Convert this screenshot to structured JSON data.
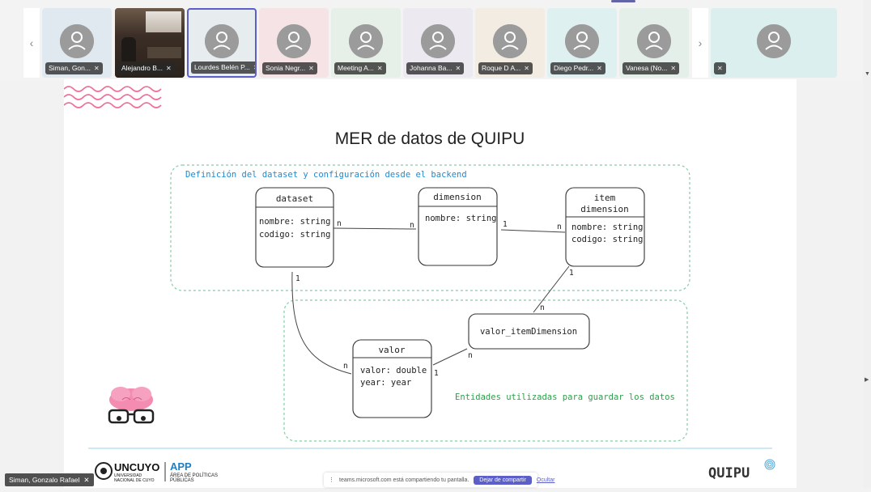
{
  "participants": [
    {
      "name": "Siman, Gon...",
      "bg": "#dfe9ef"
    },
    {
      "name": "Alejandro B...",
      "bg": "#3b2e26"
    },
    {
      "name": "Lourdes Belén P...",
      "bg": "#e7ecef"
    },
    {
      "name": "Sonia Negr...",
      "bg": "#f6e3e6"
    },
    {
      "name": "Meeting A...",
      "bg": "#e6efe8"
    },
    {
      "name": "Johanna Ba...",
      "bg": "#ece9f1"
    },
    {
      "name": "Roque D A...",
      "bg": "#f3ece3"
    },
    {
      "name": "Diego Pedr...",
      "bg": "#dff0f1"
    },
    {
      "name": "Vanesa (No...",
      "bg": "#e3efe8"
    },
    {
      "name": "",
      "bg": "#dcefef"
    }
  ],
  "slide": {
    "title": "MER de datos de QUIPU",
    "backend_label": "Definición del dataset y configuración desde el backend",
    "storage_label": "Entidades utilizadas para guardar los datos",
    "entities": {
      "dataset": {
        "name": "dataset",
        "attr1": "nombre: string",
        "attr2": "codigo: string"
      },
      "dimension": {
        "name": "dimension",
        "attr1": "nombre: string"
      },
      "item_dimension": {
        "name1": "item",
        "name2": "dimension",
        "attr1": "nombre: string",
        "attr2": "codigo: string"
      },
      "valor_item": {
        "name": "valor_itemDimension"
      },
      "valor": {
        "name": "valor",
        "attr1": "valor: double",
        "attr2": "year: year"
      }
    },
    "cardinalities": {
      "ds_dim_left": "n",
      "ds_dim_right": "n",
      "dim_item_left": "1",
      "dim_item_right": "n",
      "item_vi_top": "1",
      "item_vi_bottom": "n",
      "ds_valor_top": "1",
      "ds_valor_bottom": "n",
      "vi_valor_right": "n",
      "vi_valor_left": "1"
    },
    "footer": {
      "org": "UNCUYO",
      "org_sub1": "UNIVERSIDAD",
      "org_sub2": "NACIONAL DE CUYO",
      "app": "APP",
      "app_sub1": "ÁREA DE POLÍTICAS",
      "app_sub2": "PÚBLICAS",
      "brand": "QUIPU"
    }
  },
  "self_view": {
    "name": "Siman, Gonzalo Rafael"
  },
  "share_bar": {
    "message": "teams.microsoft.com está compartiendo tu pantalla.",
    "stop": "Dejar de compartir",
    "hide": "Ocultar"
  },
  "colors": {
    "accent": "#5b5fc7",
    "dashed_green": "#7fcfa3",
    "blue_text": "#1f8ad0",
    "green_text": "#2e9e4a",
    "pink": "#ef6e95"
  }
}
